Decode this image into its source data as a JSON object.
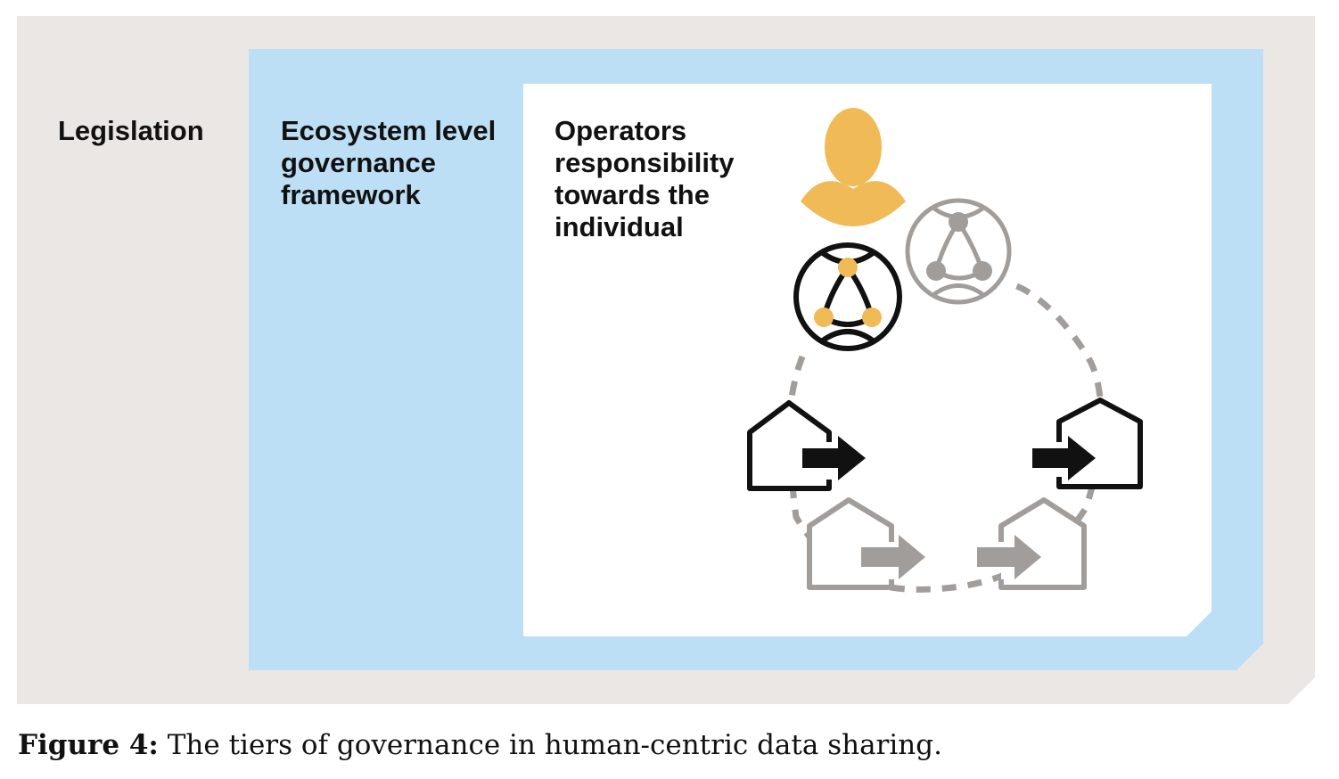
{
  "tiers": {
    "legislation": {
      "lines": [
        "Legislation"
      ]
    },
    "ecosystem": {
      "lines": [
        "Ecosystem level",
        "governance",
        "framework"
      ]
    },
    "operators": {
      "lines": [
        "Operators",
        "responsibility",
        "towards the",
        "individual"
      ]
    }
  },
  "caption": {
    "label": "Figure 4:",
    "text": " The tiers of governance in human-centric data sharing."
  },
  "icons": {
    "person": "person-icon",
    "network_active": "network-globe-icon",
    "network_inactive": "network-globe-icon",
    "house_data_out": "house-arrow-icon"
  },
  "colors": {
    "legislation_bg": "#ebe7e4",
    "ecosystem_bg": "#bcdff5",
    "operators_bg": "#ffffff",
    "accent": "#f0bb57",
    "active": "#111111",
    "inactive": "#a19d9a"
  }
}
